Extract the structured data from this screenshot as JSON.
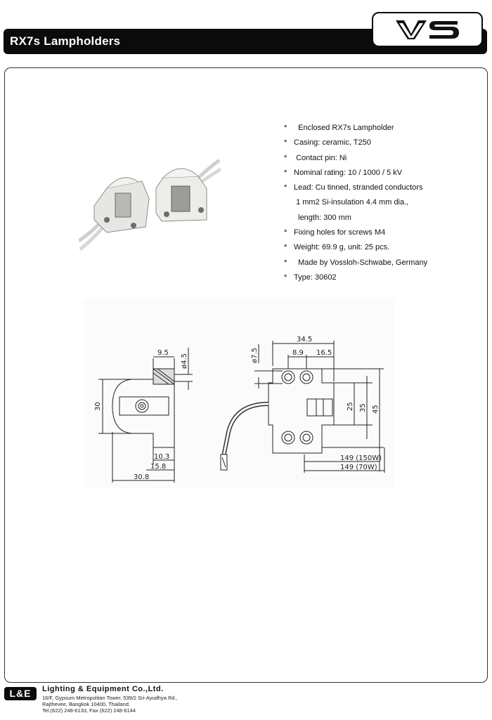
{
  "header": {
    "title": "RX7s Lampholders",
    "brand_logo": "VS"
  },
  "specs": [
    "Enclosed RX7s Lampholder",
    "Casing: ceramic, T250",
    "Contact pin: Ni",
    "Nominal rating: 10 / 1000 / 5 kV",
    "Lead: Cu tinned, stranded conductors",
    "1 mm2  Si-insulation 4.4 mm dia.,",
    "length: 300 mm",
    "Fixing holes for screws M4",
    "Weight: 69.9 g, unit: 25 pcs.",
    "Made by Vossloh-Schwabe, Germany",
    "Type: 30602"
  ],
  "drawing": {
    "left_view": {
      "width_top": "9.5",
      "diameter": "ø4.5",
      "height": "30",
      "depth_a": "10.3",
      "depth_b": "15.8",
      "depth_total": "30.8"
    },
    "right_view": {
      "width_total": "34.5",
      "offset_a": "8.9",
      "offset_b": "16.5",
      "diameter": "ø7.5",
      "height_a": "25",
      "height_b": "35",
      "height_total": "45",
      "length_150w": "149 (150W)",
      "length_70w": "149 (70W)"
    }
  },
  "footer": {
    "logo": "L&E",
    "company": "Lighting  &  Equipment   Co.,Ltd.",
    "address_1": "16/F, Gypsum Metropolitan Tower, 539/2 Sri-Ayudhya Rd.,",
    "address_2": "Rajthevee, Bangkok 10400, Thailand.",
    "phone": "Tel.(622) 248-6133, Fax (622) 248-6144"
  }
}
